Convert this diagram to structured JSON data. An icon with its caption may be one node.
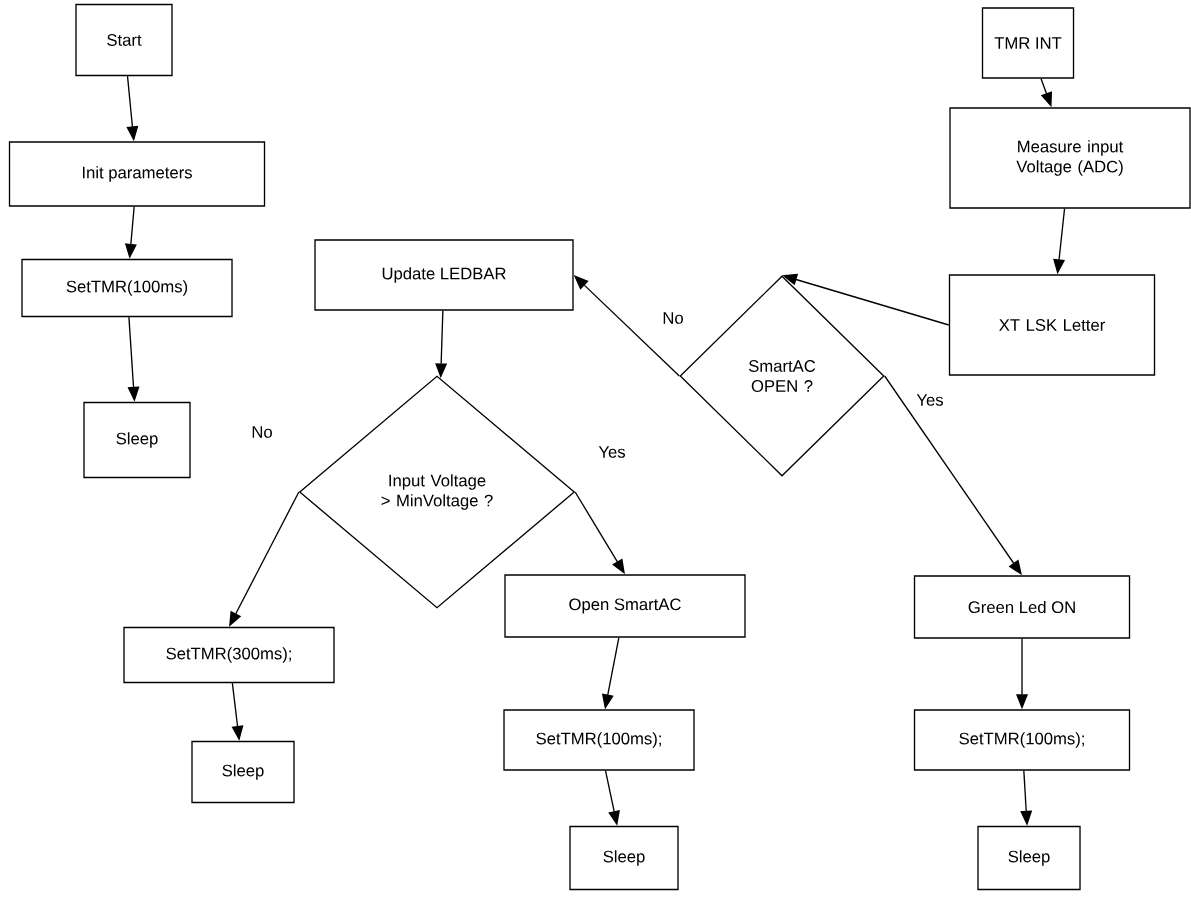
{
  "diagram": {
    "nodes": [
      {
        "text": [
          "Start"
        ]
      },
      {
        "text": [
          "Init parameters"
        ]
      },
      {
        "text": [
          "SetTMR(100ms)"
        ]
      },
      {
        "text": [
          "Sleep"
        ]
      },
      {
        "text": [
          "TMR INT"
        ]
      },
      {
        "text": [
          "Measure input Voltage (ADC)"
        ]
      },
      {
        "text": [
          "XT LSK Letter"
        ]
      },
      {
        "text": [
          "Update LEDBAR"
        ]
      },
      {
        "text": [
          "SmartAC OPEN ?"
        ]
      },
      {
        "text": [
          "Input Voltage > MinVoltage ?"
        ]
      },
      {
        "text": [
          "SetTMR(300ms);"
        ]
      },
      {
        "text": [
          "Sleep"
        ]
      },
      {
        "text": [
          "Open SmartAC"
        ]
      },
      {
        "text": [
          "SetTMR(100ms);"
        ]
      },
      {
        "text": [
          "Sleep"
        ]
      },
      {
        "text": [
          "Green Led ON"
        ]
      },
      {
        "text": [
          "SetTMR(100ms);"
        ]
      },
      {
        "text": [
          "Sleep"
        ]
      }
    ],
    "edges": [
      {
        "from": 0,
        "to": 1,
        "arrow": "to"
      },
      {
        "from": 1,
        "to": 2,
        "arrow": "to"
      },
      {
        "from": 2,
        "to": 3,
        "arrow": "to"
      },
      {
        "from": 4,
        "to": 5,
        "arrow": "to"
      },
      {
        "from": 5,
        "to": 6,
        "arrow": "to"
      },
      {
        "from": 6,
        "to": 8,
        "arrow": "to"
      },
      {
        "from": 8,
        "to": 7,
        "arrow": "to",
        "label": "No"
      },
      {
        "from": 7,
        "to": 9,
        "arrow": "to"
      },
      {
        "from": 9,
        "to": 10,
        "arrow": "to",
        "label": "No"
      },
      {
        "from": 9,
        "to": 12,
        "arrow": "to",
        "label": "Yes"
      },
      {
        "from": 10,
        "to": 11,
        "arrow": "to"
      },
      {
        "from": 12,
        "to": 13,
        "arrow": "to"
      },
      {
        "from": 13,
        "to": 14,
        "arrow": "to"
      },
      {
        "from": 8,
        "to": 15,
        "arrow": "to",
        "label": "Yes"
      },
      {
        "from": 15,
        "to": 16,
        "arrow": "to"
      },
      {
        "from": 16,
        "to": 17,
        "arrow": "to"
      }
    ]
  }
}
